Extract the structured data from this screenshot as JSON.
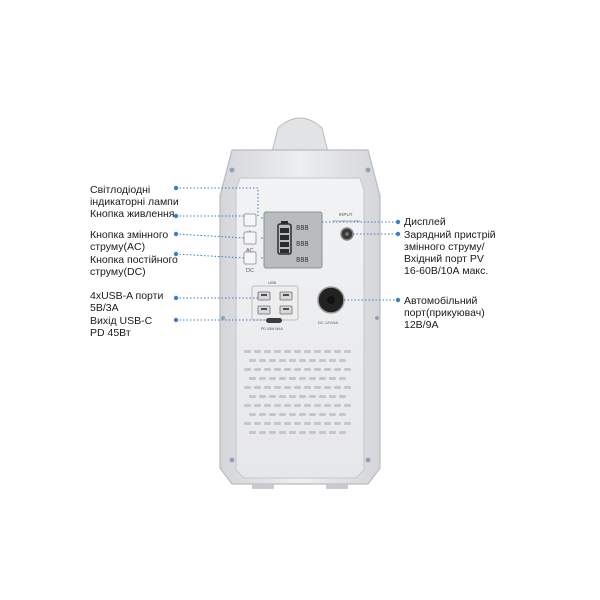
{
  "callouts_left": [
    {
      "id": "led",
      "lines": [
        "Світлодіодні",
        "індикаторні лампи"
      ]
    },
    {
      "id": "power",
      "lines": [
        "Кнопка живлення"
      ]
    },
    {
      "id": "ac",
      "lines": [
        "Кнопка змінного",
        "струму(AC)"
      ]
    },
    {
      "id": "dc",
      "lines": [
        "Кнопка постійного",
        "струму(DC)"
      ]
    },
    {
      "id": "usba",
      "lines": [
        "4xUSB-A порти",
        "5B/3A"
      ]
    },
    {
      "id": "usbc",
      "lines": [
        "Вихід USB-C",
        "PD 45Вт"
      ]
    }
  ],
  "callouts_right": [
    {
      "id": "display",
      "lines": [
        "Дисплей"
      ]
    },
    {
      "id": "input",
      "lines": [
        "Зарядний пристрій",
        "змінного струму/",
        "Вхідний порт PV",
        "16-60В/10А макс."
      ]
    },
    {
      "id": "car",
      "lines": [
        "Автомобільний",
        "порт(прикуювач)",
        "12В/9А"
      ]
    }
  ],
  "device": {
    "ac_label": "AC",
    "dc_label": "DC",
    "usb_label": "USB",
    "pd_label": "PD 45W MAX",
    "input_label": "INPUT",
    "input_sub": "DC12-60V 10A MAX",
    "car_label": "DC 12V/9A"
  },
  "colors": {
    "leader": "#3b7fc4",
    "body": "#e3e4e6",
    "body_edge": "#b9bcc0",
    "lcd": "#b8bcbf"
  }
}
